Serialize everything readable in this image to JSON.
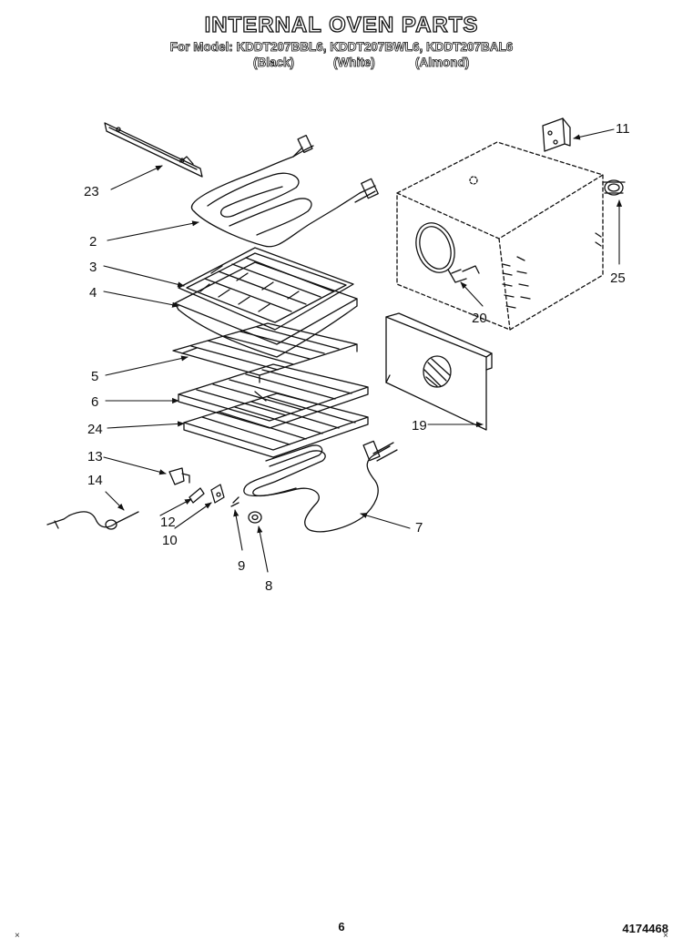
{
  "header": {
    "title": "INTERNAL OVEN PARTS",
    "models": "For Model: KDDT207BBL6, KDDT207BWL6, KDDT207BAL6",
    "variants": [
      "(Black)",
      "(White)",
      "(Almond)"
    ]
  },
  "callouts": {
    "c23": "23",
    "c2": "2",
    "c3": "3",
    "c4": "4",
    "c5": "5",
    "c6": "6",
    "c24": "24",
    "c13": "13",
    "c14": "14",
    "c12": "12",
    "c10": "10",
    "c9": "9",
    "c8": "8",
    "c7": "7",
    "c11": "11",
    "c25": "25",
    "c20": "20",
    "c19": "19"
  },
  "footer": {
    "page": "6",
    "doc_number": "4174468"
  },
  "colors": {
    "ink": "#111111",
    "paper": "#ffffff"
  }
}
